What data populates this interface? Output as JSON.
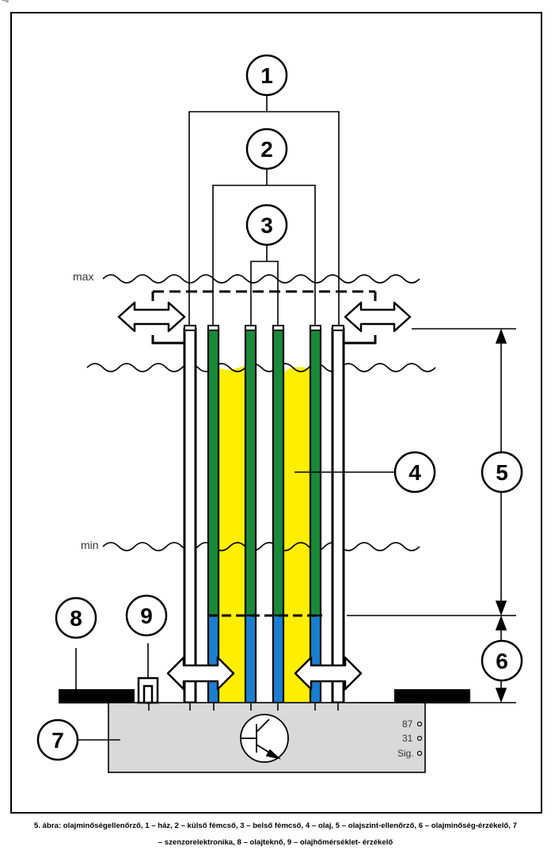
{
  "header_fragment": "ajj",
  "diagram": {
    "level_labels": {
      "max": "max",
      "min": "min"
    },
    "callouts": {
      "c1": "1",
      "c2": "2",
      "c3": "3",
      "c4": "4",
      "c5": "5",
      "c6": "6",
      "c7": "7",
      "c8": "8",
      "c9": "9"
    },
    "terminals": {
      "t87": "87",
      "t31": "31",
      "tsig": "Sig."
    },
    "colors": {
      "oil": "#ffee00",
      "electrode": "#1a8a3a",
      "electrode_low": "#1a7fd0",
      "electronics_box": "#d9d9d9",
      "oil_pan": "#000000"
    }
  },
  "caption": {
    "line1": "5. ábra: olajminőségellenőrző, 1 – ház, 2 – külső fémcső, 3 – belső fémcső, 4 – olaj, 5 – olajszint-ellenőrző, 6 – olajminőség-érzékelő, 7",
    "line2": "– szenzorelektronika, 8 – olajteknő, 9 – olajhőmérséklet- érzékelő"
  }
}
